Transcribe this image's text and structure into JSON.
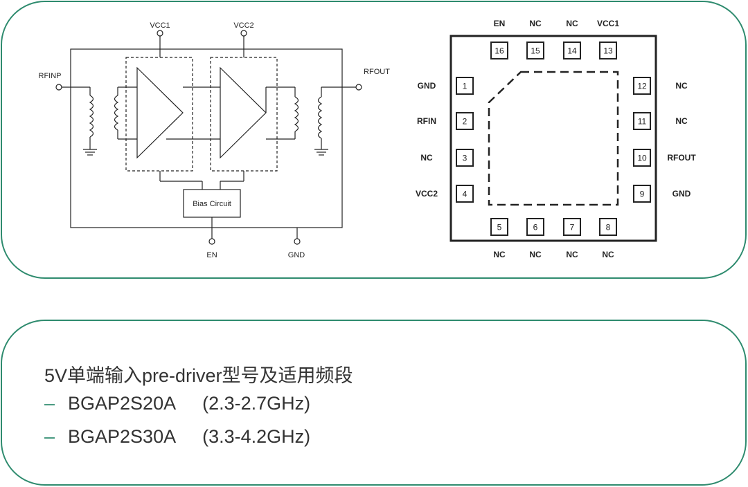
{
  "block_diagram": {
    "vcc1_label": "VCC1",
    "vcc2_label": "VCC2",
    "rfinp_label": "RFINP",
    "rfout_label": "RFOUT",
    "bias_label": "Bias Circuit",
    "en_label": "EN",
    "gnd_label": "GND"
  },
  "package": {
    "top_pins": [
      {
        "num": "16",
        "name": "EN"
      },
      {
        "num": "15",
        "name": "NC"
      },
      {
        "num": "14",
        "name": "NC"
      },
      {
        "num": "13",
        "name": "VCC1"
      }
    ],
    "left_pins": [
      {
        "num": "1",
        "name": "GND"
      },
      {
        "num": "2",
        "name": "RFIN"
      },
      {
        "num": "3",
        "name": "NC"
      },
      {
        "num": "4",
        "name": "VCC2"
      }
    ],
    "right_pins": [
      {
        "num": "12",
        "name": "NC"
      },
      {
        "num": "11",
        "name": "NC"
      },
      {
        "num": "10",
        "name": "RFOUT"
      },
      {
        "num": "9",
        "name": "GND"
      }
    ],
    "bottom_pins": [
      {
        "num": "5",
        "name": "NC"
      },
      {
        "num": "6",
        "name": "NC"
      },
      {
        "num": "7",
        "name": "NC"
      },
      {
        "num": "8",
        "name": "NC"
      }
    ]
  },
  "info": {
    "title": "5V单端输入pre-driver型号及适用频段",
    "dash": "–",
    "items": [
      {
        "model": "BGAP2S20A",
        "range": "(2.3-2.7GHz)"
      },
      {
        "model": "BGAP2S30A",
        "range": "(3.3-4.2GHz)"
      }
    ]
  }
}
